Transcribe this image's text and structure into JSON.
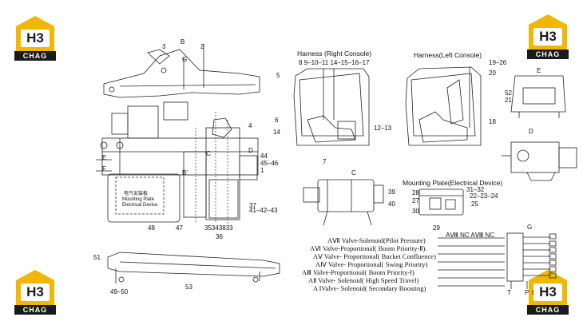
{
  "logos": {
    "text": "H3",
    "brand": "CHAG",
    "color": "#f2b705"
  },
  "headers": {
    "right_console": "Harness (Right Console)",
    "left_console": "Harness(Left Console)",
    "mounting_plate": "Mounting Plate(Electrical Device)"
  },
  "labels": {
    "l3": "3",
    "lB": "B",
    "l2": "2",
    "lG": "G",
    "l5": "5",
    "l6": "6",
    "l14": "14",
    "l7": "7",
    "l12_13": "12–13",
    "l8_17": "8  9–10–11  14–15–16–17",
    "l19_26": "19–26",
    "l20": "20",
    "l18": "18",
    "lE_top": "E",
    "l52": "52",
    "l21": "21",
    "lD_right": "D",
    "l4": "4",
    "lD_mid": "D",
    "l44": "44",
    "l45_46": "45–46",
    "l1": "1",
    "lE_left": "E",
    "lF": "F",
    "lBprime": "B'",
    "lC_mid": "C",
    "l37": "37",
    "l41_43": "41–42–43",
    "l48": "48",
    "l47": "47",
    "l35_33": "35343833",
    "l36": "36",
    "lC_engine": "C",
    "l39": "39",
    "l40": "40",
    "l28": "28",
    "l27": "27",
    "l30": "30",
    "l31_32": "31–32",
    "l22_24": "22–23–24",
    "l25": "25",
    "l29": "29",
    "l51": "51",
    "l49_50": "49–50",
    "l53": "53",
    "lG_panel": "G",
    "lT": "T",
    "lP": "P",
    "lI": "I",
    "l_nc": "AⅧ  NC  AⅧ NC"
  },
  "mounting_text": [
    "电气安装板",
    "Mounting Plate",
    "Electrical Device"
  ],
  "legend": [
    "AⅦ Valve-Solenoid(Pilot Pressure)",
    "AⅥ Valve-Proportional( Boom Priority-Ⅱ).",
    "AⅤ Valve- Proportional( Bucket Confluence)",
    "AⅣ Valve- Proportional( Swing Priority)",
    "AⅢ Valve-Proportional( Boom Priority-Ⅰ)",
    "AⅡ Valve- Solenoid( High Speed Travel)",
    "A ⅠValve- Solenoid( Secondary Boosting)"
  ]
}
